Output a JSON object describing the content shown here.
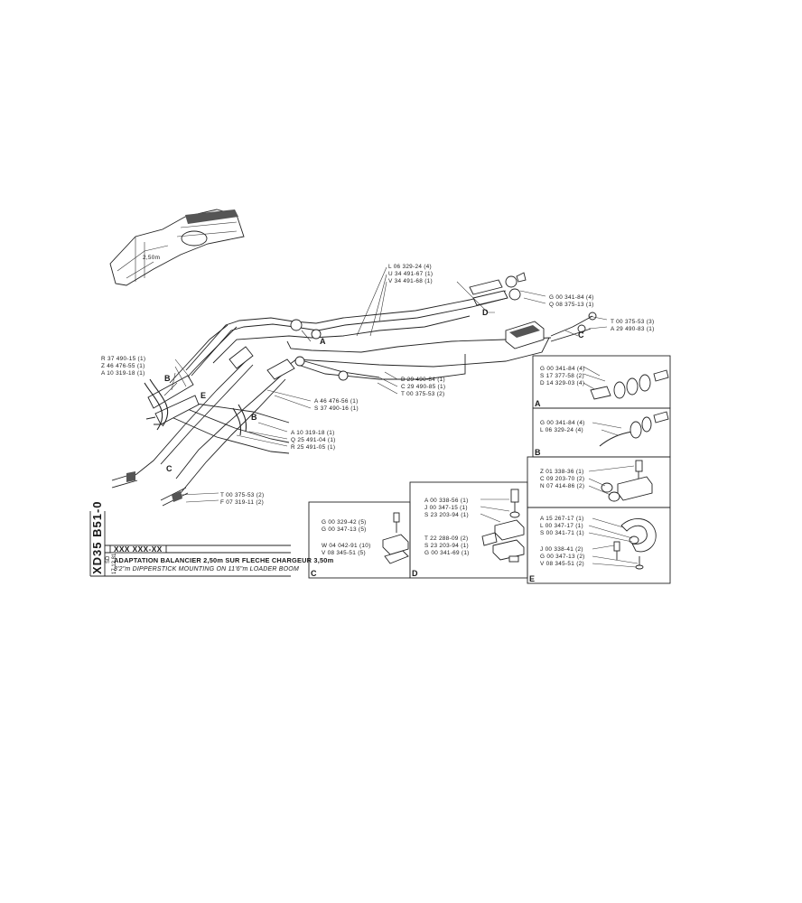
{
  "document": {
    "code": "XD35 B51-0",
    "ref_code": "XXX XXX-XX",
    "side_note_1": "SD",
    "side_note_2": "17.12.81",
    "title_fr": "ADAPTATION BALANCIER 2,50m SUR FLECHE CHARGEUR 3,50m",
    "title_en": "8'2\"m DIPPERSTICK MOUNTING ON 11'6\"m LOADER BOOM",
    "thumbnail_label": "2,50m"
  },
  "main_labels": {
    "top_group": [
      "L 06 329-24 (4)",
      "U 34 491-67 (1)",
      "V 34 491-68 (1)"
    ],
    "right_top_group": [
      "G 00 341-84 (4)",
      "Q 08 375-13 (1)"
    ],
    "right_mid_group": [
      "T 00 375-53 (3)",
      "A 29 490-83 (1)"
    ],
    "left_group": [
      "R 37 490-15 (1)",
      "Z 46 476-55 (1)",
      "A 10 319-18 (1)"
    ],
    "center_group": [
      "B 29 490-84 (1)",
      "C 29 490-85 (1)",
      "T 00 375-53 (2)"
    ],
    "cyl_group": [
      "A 46 476-56 (1)",
      "S 37 490-16 (1)"
    ],
    "lower_group": [
      "A 10 319-18 (1)",
      "Q 25 491-04 (1)",
      "R 25 491-05 (1)"
    ],
    "bottom_group": [
      "T 00 375-53 (2)",
      "F 07 319-11 (2)"
    ]
  },
  "callouts": [
    "A",
    "B",
    "B",
    "C",
    "C",
    "D",
    "E"
  ],
  "detail_boxes": {
    "A": [
      "G 00 341-84 (4)",
      "S 17 377-58 (2)",
      "D 14 329-03 (4)"
    ],
    "B": [
      "G 00 341-84 (4)",
      "L 06 329-24 (4)"
    ],
    "C": [
      "G 00 329-42 (5)",
      "G 00 347-13 (5)",
      "W 04 042-91 (10)",
      "V 08 345-51 (5)"
    ],
    "D": [
      "A 00 338-56 (1)",
      "J 00 347-15 (1)",
      "S 23 203-94 (1)",
      "T 22 288-09 (2)",
      "S 23 203-94 (1)",
      "G 00 341-69 (1)"
    ],
    "E_top": [
      "Z 01 338-36 (1)",
      "C 09 203-70 (2)",
      "N 07 414-86 (2)"
    ],
    "E_bottom": [
      "A 15 267-17 (1)",
      "L 00 347-17 (1)",
      "S 00 341-71 (1)",
      "J 00 338-41 (2)",
      "G 00 347-13 (2)",
      "V 08 345-51 (2)"
    ]
  }
}
